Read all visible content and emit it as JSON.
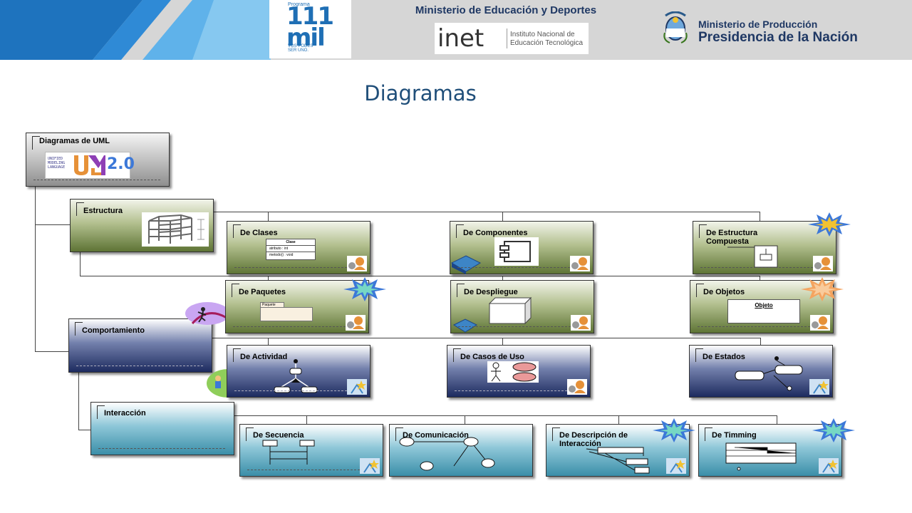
{
  "header": {
    "program_logo_top": "Programa",
    "program_logo_number": "111",
    "program_logo_word": "mil",
    "program_logo_tagline": "VOS PODÉS SER UNO.",
    "ministry_education": "Ministerio de Educación y Deportes",
    "inet_logo_word": "inet",
    "inet_line1": "Instituto Nacional de",
    "inet_line2": "Educación Tecnológica",
    "ministry_production": "Ministerio de Producción",
    "presidency": "Presidencia de la Nación"
  },
  "page_title": "Diagramas",
  "diagram": {
    "root": {
      "label": "Diagramas de UML",
      "logo_text": [
        "UNIFIED",
        "MODELING",
        "LANGUAGE"
      ],
      "version": "2.0"
    },
    "groups": {
      "structure": "Estructura",
      "behavior": "Comportamiento",
      "interaction": "Interacción"
    },
    "nodes": {
      "clases": "De Clases",
      "componentes": "De Componentes",
      "estructura_compuesta": "De Estructura Compuesta",
      "paquetes": "De Paquetes",
      "despliegue": "De Despliegue",
      "objetos": "De Objetos",
      "actividad": "De Actividad",
      "casos_uso": "De Casos de Uso",
      "estados": "De Estados",
      "secuencia": "De Secuencia",
      "comunicacion": "De Comunicación",
      "descripcion_interaccion": "De Descripción de Interacción",
      "timming": "De Timming"
    },
    "inner_labels": {
      "clase_title": "Clase",
      "clase_attr": "atributo : int",
      "clase_method": "metodo() : void",
      "paquete": "Paquete",
      "objeto": "Objeto"
    }
  }
}
